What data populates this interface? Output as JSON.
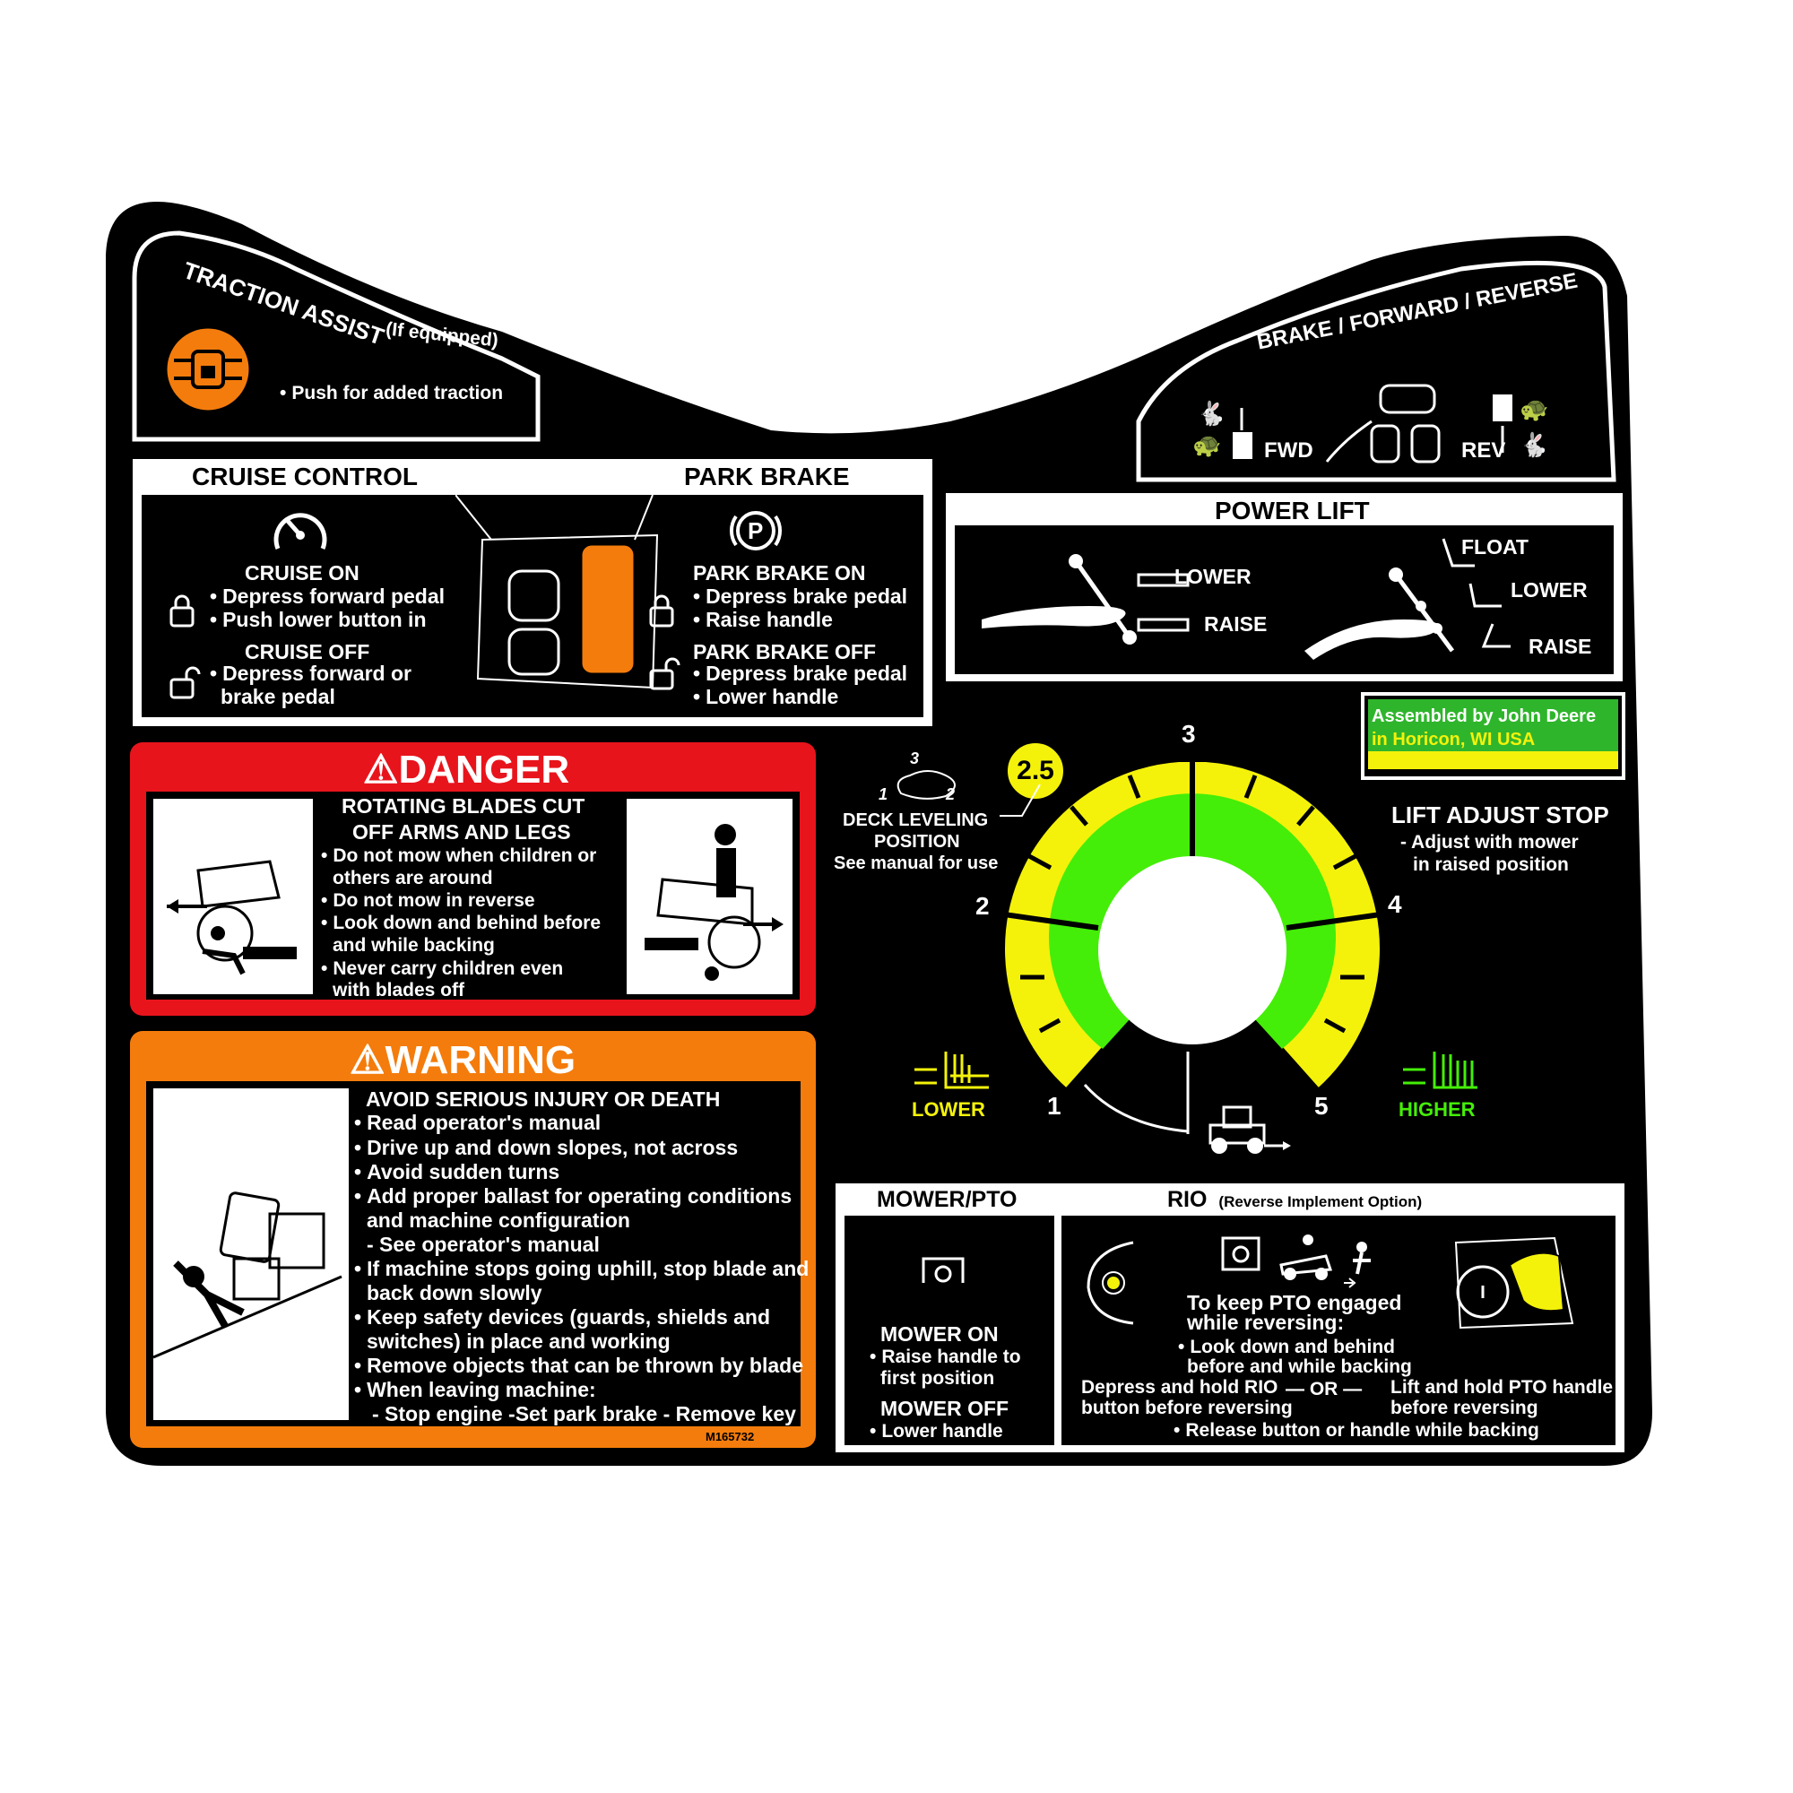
{
  "traction_assist": {
    "title": "TRACTION ASSIST",
    "qualifier": "(If equipped)",
    "note": "Push for added traction"
  },
  "brake_forward_reverse": {
    "title": "BRAKE / FORWARD / REVERSE",
    "fwd_label": "FWD",
    "rev_label": "REV"
  },
  "cruise_control": {
    "title": "CRUISE  CONTROL",
    "on_label": "CRUISE ON",
    "on_steps": [
      "Depress forward pedal",
      "Push lower button in"
    ],
    "off_label": "CRUISE OFF",
    "off_steps": [
      "Depress forward or",
      "brake pedal"
    ]
  },
  "park_brake": {
    "title": "PARK  BRAKE",
    "on_label": "PARK BRAKE ON",
    "on_steps": [
      "Depress brake pedal",
      "Raise handle"
    ],
    "off_label": "PARK BRAKE OFF",
    "off_steps": [
      "Depress brake pedal",
      "Lower handle"
    ]
  },
  "power_lift": {
    "title": "POWER LIFT",
    "left_lower": "LOWER",
    "left_raise": "RAISE",
    "float": "FLOAT",
    "right_lower": "LOWER",
    "right_raise": "RAISE"
  },
  "assembled": {
    "line1": "Assembled by John Deere",
    "line2": "in Horicon, WI USA"
  },
  "danger": {
    "title": "DANGER",
    "heading": [
      "ROTATING BLADES CUT",
      "OFF ARMS AND LEGS"
    ],
    "items": [
      "Do not mow when children or",
      "others are around",
      "Do not mow in reverse",
      "Look down and behind before",
      "and while backing",
      "Never carry children even",
      "with blades off"
    ]
  },
  "warning": {
    "title": "WARNING",
    "heading": "AVOID SERIOUS INJURY OR DEATH",
    "items": [
      "Read operator's manual",
      "Drive up and down slopes, not across",
      "Avoid sudden turns",
      "Add proper ballast for operating conditions",
      "and machine configuration",
      "- See operator's manual",
      "If machine stops going uphill, stop blade and",
      "back down slowly",
      "Keep safety devices (guards, shields and",
      "switches) in place and working",
      "Remove objects that can be thrown by blade",
      "When leaving machine:",
      "- Stop engine  -Set park brake  - Remove key"
    ],
    "part_number": "M165732"
  },
  "deck_leveling": {
    "badge": "2.5",
    "pos_1": "1",
    "pos_2": "2",
    "pos_3": "3",
    "lines": [
      "DECK LEVELING",
      "POSITION",
      "See manual for use"
    ]
  },
  "dial": {
    "n1": "1",
    "n2": "2",
    "n3": "3",
    "n4": "4",
    "n5": "5",
    "lower": "LOWER",
    "higher": "HIGHER"
  },
  "lift_adjust": {
    "title": "LIFT ADJUST STOP",
    "lines": [
      "- Adjust with mower",
      "in raised position"
    ]
  },
  "mower_pto": {
    "title": "MOWER/PTO",
    "on_label": "MOWER ON",
    "on_steps": [
      "Raise handle to",
      "first position"
    ],
    "off_label": "MOWER OFF",
    "off_steps": [
      "Lower handle"
    ]
  },
  "rio": {
    "title": "RIO",
    "subtitle": "(Reverse Implement Option)",
    "keep": [
      "To keep PTO engaged",
      "while reversing:"
    ],
    "look": [
      "Look down and behind",
      "before and while backing"
    ],
    "left": [
      "Depress and hold RIO",
      "button before reversing"
    ],
    "or": "OR",
    "right": [
      "Lift and hold PTO handle",
      "before reversing"
    ],
    "release": "Release button or handle while backing"
  },
  "colors": {
    "danger_red": "#e8141c",
    "warning_orange": "#f47c0c",
    "dial_green": "#44ee08",
    "dial_yellow": "#f4f20a",
    "brand_green": "#2fb52c"
  }
}
